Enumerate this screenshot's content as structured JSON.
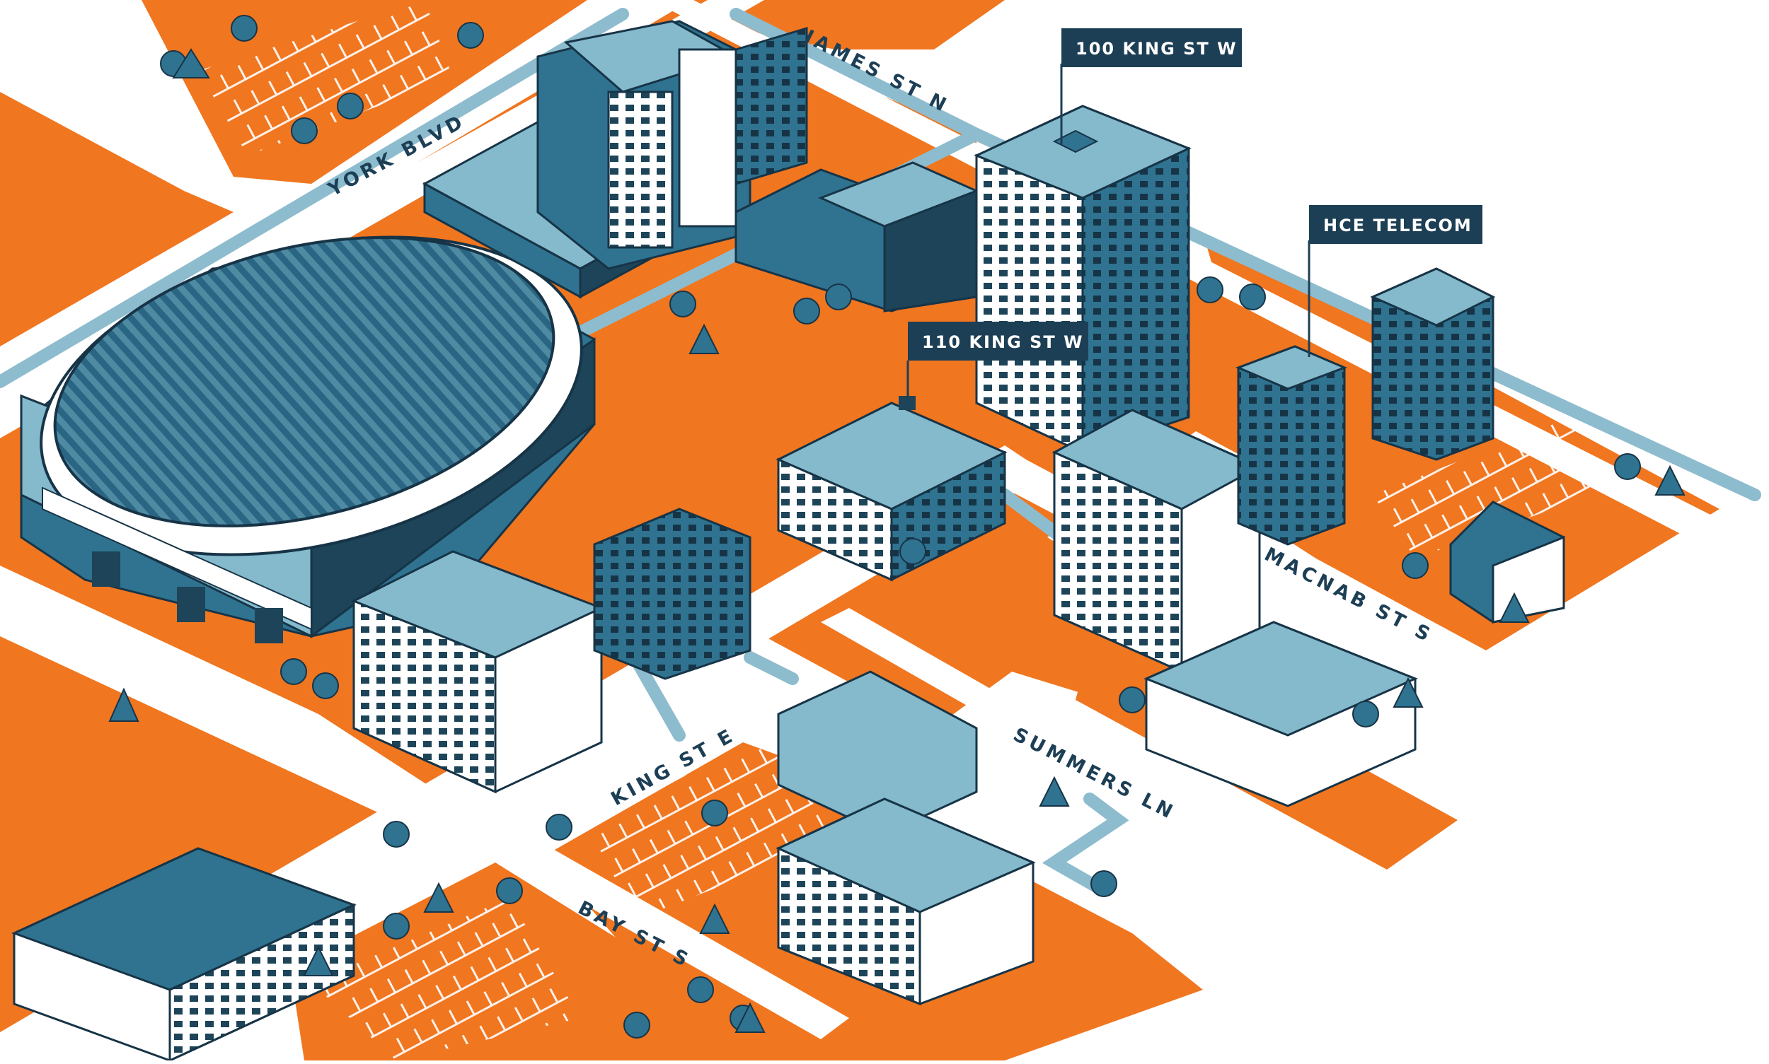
{
  "colors": {
    "block": "#f07620",
    "street": "#ffffff",
    "walkway": "#8dbcce",
    "building_roof": "#85b9cc",
    "building_wall": "#2f7390",
    "building_dark": "#1d4458",
    "outline": "#173447",
    "callout_bg": "#1d3f55",
    "callout_text": "#ffffff"
  },
  "streets": {
    "york_blvd": "YORK BLVD",
    "james_st_n": "JAMES ST N",
    "macnab_st_s": "MACNAB ST S",
    "summers_ln": "SUMMERS LN",
    "king_st_e": "KING ST E",
    "bay_st_s": "BAY ST S"
  },
  "callouts": {
    "king_100": "100 KING ST W",
    "king_110": "110 KING ST W",
    "hce_telecom": "HCE TELECOM"
  }
}
